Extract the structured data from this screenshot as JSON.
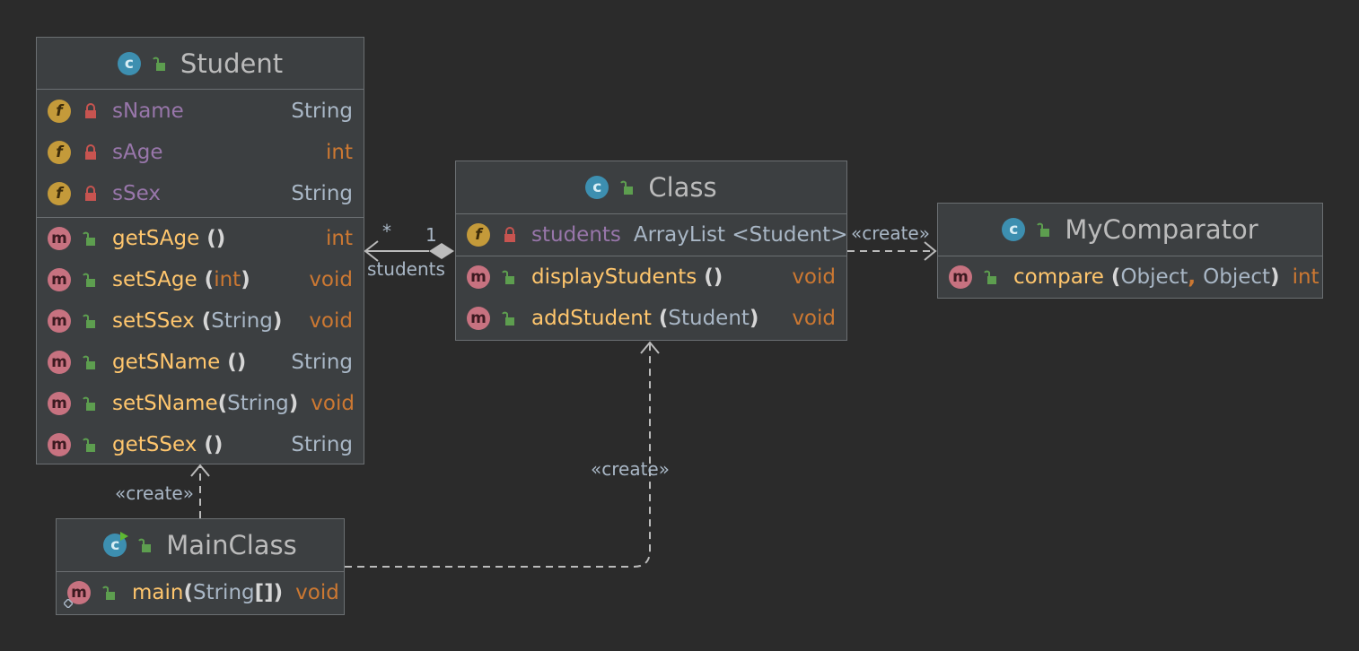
{
  "colors": {
    "background": "#2b2b2b",
    "box": "#3c3f41",
    "border": "#6b6f72",
    "method_name": "#ffc66d",
    "field_name": "#9876aa",
    "keyword": "#cc7832",
    "text": "#a9b7c6"
  },
  "icons": {
    "class": "class-c-icon",
    "field": "field-f-icon",
    "method": "method-m-icon",
    "public": "open-lock-icon",
    "private": "locked-icon"
  },
  "student": {
    "name": "Student",
    "fields": [
      {
        "name": "sName",
        "type": "String"
      },
      {
        "name": "sAge",
        "type": "int"
      },
      {
        "name": "sSex",
        "type": "String"
      }
    ],
    "methods": [
      {
        "name": "getSAge",
        "params": "",
        "returns": "int"
      },
      {
        "name": "setSAge",
        "params": "int",
        "returns": "void"
      },
      {
        "name": "setSSex",
        "params": "String",
        "returns": "void"
      },
      {
        "name": "getSName",
        "params": "",
        "returns": "String"
      },
      {
        "name": "setSName",
        "params": "String",
        "returns": "void"
      },
      {
        "name": "getSSex",
        "params": "",
        "returns": "String"
      }
    ]
  },
  "class_box": {
    "name": "Class",
    "field": {
      "name": "students",
      "type": "ArrayList",
      "type_arg": "Student"
    },
    "methods": [
      {
        "name": "displayStudents",
        "params": "",
        "returns": "void"
      },
      {
        "name": "addStudent",
        "params": "Student",
        "returns": "void"
      }
    ]
  },
  "comparator": {
    "name": "MyComparator",
    "method": {
      "name": "compare",
      "param1": "Object",
      "param2": "Object",
      "returns": "int"
    }
  },
  "mainclass": {
    "name": "MainClass",
    "method": {
      "name": "main",
      "params": "String",
      "array": "[]",
      "returns": "void"
    }
  },
  "relations": {
    "multiplicity_many": "*",
    "multiplicity_one": "1",
    "role": "students",
    "create": "«create»"
  }
}
